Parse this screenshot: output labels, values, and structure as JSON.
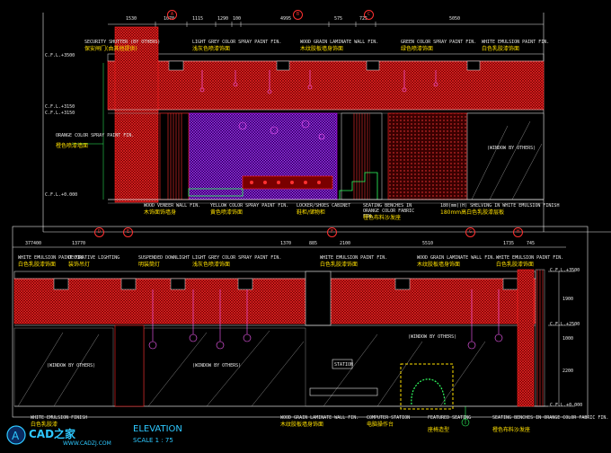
{
  "top_elevation": {
    "dimensions": [
      "1530",
      "1070",
      "1115",
      "1290",
      "100",
      "4995",
      "575",
      "725",
      "5050"
    ],
    "level_marks": [
      "C.F.L.+3500",
      "C.F.L.+3150",
      "C.F.L.+3150",
      "C.F.L.+0.000"
    ],
    "left_labels": {
      "en": "ORANGE COLOR SPRAY PAINT FIN.",
      "cn": "橙色喷漆墙面"
    },
    "top_callouts": [
      {
        "en": "SECURITY SHUTTER (BY OTHERS)",
        "cn": "保安闸门(由其他提供)"
      },
      {
        "en": "LIGHT GREY COLOR SPRAY PAINT FIN.",
        "cn": "浅灰色喷漆饰面"
      },
      {
        "en": "WOOD GRAIN LAMINATE WALL FIN.",
        "cn": "木纹胶板墙身饰面"
      },
      {
        "en": "GREEN COLOR SPRAY PAINT FIN.",
        "cn": "绿色喷漆饰面"
      },
      {
        "en": "WHITE EMULSION PAINT FIN.",
        "cn": "白色乳胶漆饰面"
      }
    ],
    "bottom_callouts": [
      {
        "en": "WOOD VENEER WALL FIN.",
        "cn": "木饰面饰墙身"
      },
      {
        "en": "YELLOW COLOR SPRAY PAINT FIN.",
        "cn": "黄色喷漆饰面"
      },
      {
        "en": "LOCKER/SHOES CABINET",
        "cn": "鞋柜/储物柜"
      },
      {
        "en": "SEATING BENCHES IN ORANGE COLOR FABRIC FIN.",
        "cn": "橙色布料沙发座"
      },
      {
        "en": "180(mm)(H) SHELVING IN WHITE EMULSION FINISH",
        "cn": "180mm高白色乳胶漆层板"
      }
    ],
    "window_note": "(WINDOW BY OTHERS)"
  },
  "bottom_elevation": {
    "dimensions": [
      "377400",
      "13770",
      "1370",
      "885",
      "2100",
      "5510",
      "1735",
      "745"
    ],
    "grid_markers": [
      "A",
      "B",
      "C",
      "D",
      "E",
      "F",
      "G",
      "H"
    ],
    "level_marks": [
      "C.F.L.+3500",
      "C.F.L.+2500",
      "C.F.L.+0.000"
    ],
    "right_dims": [
      "1900",
      "1000",
      "2200"
    ],
    "top_callouts": [
      {
        "en": "WHITE EMULSION PAINT FIN.",
        "cn": "白色乳胶漆饰面"
      },
      {
        "en": "DECORATIVE LIGHTING",
        "cn": "装饰吊灯"
      },
      {
        "en": "SUSPENDED DOWNLIGHT",
        "cn": "明装筒灯"
      },
      {
        "en": "LIGHT GREY COLOR SPRAY PAINT FIN.",
        "cn": "浅灰色喷漆饰面"
      },
      {
        "en": "WHITE EMULSION PAINT FIN.",
        "cn": "白色乳胶漆饰面"
      },
      {
        "en": "WOOD GRAIN LAMINATE WALL FIN.",
        "cn": "木纹胶板墙身饰面"
      },
      {
        "en": "WHITE EMULSION PAINT FIN.",
        "cn": "白色乳胶漆饰面"
      }
    ],
    "window_notes": [
      "(WINDOW BY OTHERS)",
      "(WINDOW BY OTHERS)",
      "(WINDOW BY OTHERS)"
    ],
    "station_label": "STATION",
    "bottom_callouts": [
      {
        "en": "WHITE EMULSION FINISH",
        "cn": "白色乳胶漆"
      },
      {
        "en": "WOOD GRAIN LAMINATE WALL FIN.",
        "cn": "木纹胶板墙身饰面"
      },
      {
        "en": "COMPUTER STATION",
        "cn": "电脑操作台"
      },
      {
        "en": "FEATURED SEATING",
        "cn": "座椅造型"
      },
      {
        "en": "SEATING BENCHES IN ORANGE COLOR FABRIC FIN.",
        "cn": "橙色布料沙发座"
      }
    ]
  },
  "footer": {
    "title": "ELEVATION",
    "scale": "SCALE 1 : 75",
    "watermark": "CAD之家",
    "watermark_url": "WWW.CADZJ.COM"
  },
  "colors": {
    "red": "#ff2020",
    "magenta": "#c000ff",
    "yellow": "#ffe000",
    "green": "#30ff60",
    "cyan": "#40d0ff",
    "white": "#e8e8e8",
    "grey": "#8a8a8a"
  }
}
